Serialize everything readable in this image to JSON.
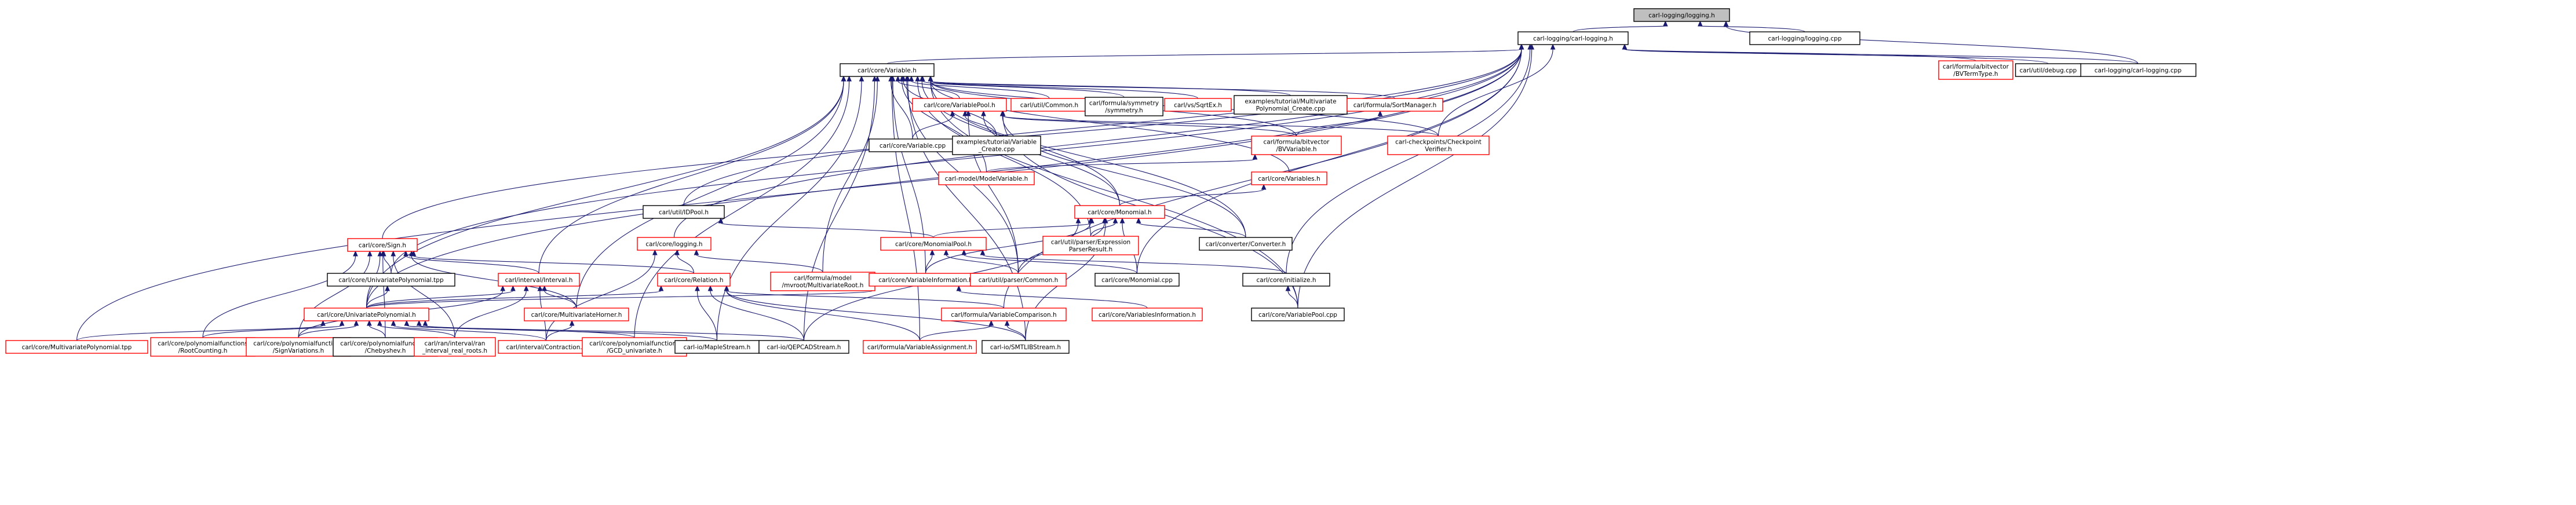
{
  "colors": {
    "edge": "#191970",
    "node_border_black": "#000000",
    "node_border_red": "#ff0000",
    "root_fill": "#bfbfbf",
    "node_fill": "#ffffff"
  },
  "nodes": [
    {
      "id": "root",
      "lines": [
        "carl-logging/logging.h"
      ],
      "style": "root"
    },
    {
      "id": "clog_h",
      "lines": [
        "carl-logging/carl-logging.h"
      ],
      "style": "black"
    },
    {
      "id": "logging_cpp",
      "lines": [
        "carl-logging/logging.cpp"
      ],
      "style": "black"
    },
    {
      "id": "clog_cpp",
      "lines": [
        "carl-logging/carl-logging.cpp"
      ],
      "style": "black"
    },
    {
      "id": "debug_cpp",
      "lines": [
        "carl/util/debug.cpp"
      ],
      "style": "black"
    },
    {
      "id": "bvterm",
      "lines": [
        "carl/formula/bitvector",
        "/BVTermType.h"
      ],
      "style": "red"
    },
    {
      "id": "variable_h",
      "lines": [
        "carl/core/Variable.h"
      ],
      "style": "black"
    },
    {
      "id": "varpool_h",
      "lines": [
        "carl/core/VariablePool.h"
      ],
      "style": "red"
    },
    {
      "id": "common_h",
      "lines": [
        "carl/util/Common.h"
      ],
      "style": "red"
    },
    {
      "id": "symmetry",
      "lines": [
        "carl/formula/symmetry",
        "/symmetry.h"
      ],
      "style": "black"
    },
    {
      "id": "sqrtex",
      "lines": [
        "carl/vs/SqrtEx.h"
      ],
      "style": "red"
    },
    {
      "id": "tut_multi",
      "lines": [
        "examples/tutorial/Multivariate",
        "Polynomial_Create.cpp"
      ],
      "style": "black"
    },
    {
      "id": "sortmgr",
      "lines": [
        "carl/formula/SortManager.h"
      ],
      "style": "red"
    },
    {
      "id": "variable_cpp",
      "lines": [
        "carl/core/Variable.cpp"
      ],
      "style": "black"
    },
    {
      "id": "tut_var",
      "lines": [
        "examples/tutorial/Variable",
        "_Create.cpp"
      ],
      "style": "black"
    },
    {
      "id": "bvvariable",
      "lines": [
        "carl/formula/bitvector",
        "/BVVariable.h"
      ],
      "style": "red"
    },
    {
      "id": "checkpoint",
      "lines": [
        "carl-checkpoints/Checkpoint",
        "Verifier.h"
      ],
      "style": "red"
    },
    {
      "id": "modelvar",
      "lines": [
        "carl-model/ModelVariable.h"
      ],
      "style": "red"
    },
    {
      "id": "variables_h",
      "lines": [
        "carl/core/Variables.h"
      ],
      "style": "red"
    },
    {
      "id": "idpool",
      "lines": [
        "carl/util/IDPool.h"
      ],
      "style": "black"
    },
    {
      "id": "monomial_h",
      "lines": [
        "carl/core/Monomial.h"
      ],
      "style": "red"
    },
    {
      "id": "sign_h",
      "lines": [
        "carl/core/Sign.h"
      ],
      "style": "red"
    },
    {
      "id": "logging_h",
      "lines": [
        "carl/core/logging.h"
      ],
      "style": "red"
    },
    {
      "id": "monopool",
      "lines": [
        "carl/core/MonomialPool.h"
      ],
      "style": "red"
    },
    {
      "id": "exprparser",
      "lines": [
        "carl/util/parser/Expression",
        "ParserResult.h"
      ],
      "style": "red"
    },
    {
      "id": "converter",
      "lines": [
        "carl/converter/Converter.h"
      ],
      "style": "black"
    },
    {
      "id": "uvpoly_tpp",
      "lines": [
        "carl/core/UnivariatePolynomial.tpp"
      ],
      "style": "black"
    },
    {
      "id": "interval_h",
      "lines": [
        "carl/interval/Interval.h"
      ],
      "style": "red"
    },
    {
      "id": "relation_h",
      "lines": [
        "carl/core/Relation.h"
      ],
      "style": "red"
    },
    {
      "id": "mvroot",
      "lines": [
        "carl/formula/model",
        "/mvroot/MultivariateRoot.h"
      ],
      "style": "red"
    },
    {
      "id": "varinfo_h",
      "lines": [
        "carl/core/VariableInformation.h"
      ],
      "style": "red"
    },
    {
      "id": "parsercommon",
      "lines": [
        "carl/util/parser/Common.h"
      ],
      "style": "red"
    },
    {
      "id": "monomial_cpp",
      "lines": [
        "carl/core/Monomial.cpp"
      ],
      "style": "black"
    },
    {
      "id": "initialize",
      "lines": [
        "carl/core/initialize.h"
      ],
      "style": "black"
    },
    {
      "id": "uvpoly_h",
      "lines": [
        "carl/core/UnivariatePolynomial.h"
      ],
      "style": "red"
    },
    {
      "id": "mvhorner",
      "lines": [
        "carl/core/MultivariateHorner.h"
      ],
      "style": "red"
    },
    {
      "id": "varcomp",
      "lines": [
        "carl/formula/VariableComparison.h"
      ],
      "style": "red"
    },
    {
      "id": "varsinfo",
      "lines": [
        "carl/core/VariablesInformation.h"
      ],
      "style": "red"
    },
    {
      "id": "varpool_cpp",
      "lines": [
        "carl/core/VariablePool.cpp"
      ],
      "style": "black"
    },
    {
      "id": "mvpoly_tpp",
      "lines": [
        "carl/core/MultivariatePolynomial.tpp"
      ],
      "style": "red"
    },
    {
      "id": "rootcounting",
      "lines": [
        "carl/core/polynomialfunctions",
        "/RootCounting.h"
      ],
      "style": "red"
    },
    {
      "id": "signvar",
      "lines": [
        "carl/core/polynomialfunctions",
        "/SignVariations.h"
      ],
      "style": "red"
    },
    {
      "id": "chebyshev",
      "lines": [
        "carl/core/polynomialfunctions",
        "/Chebyshev.h"
      ],
      "style": "black"
    },
    {
      "id": "realroots",
      "lines": [
        "carl/ran/interval/ran",
        "_interval_real_roots.h"
      ],
      "style": "red"
    },
    {
      "id": "contraction",
      "lines": [
        "carl/interval/Contraction.h"
      ],
      "style": "red"
    },
    {
      "id": "gcd_uv",
      "lines": [
        "carl/core/polynomialfunctions",
        "/GCD_univariate.h"
      ],
      "style": "red"
    },
    {
      "id": "maple",
      "lines": [
        "carl-io/MapleStream.h"
      ],
      "style": "black"
    },
    {
      "id": "qepcad",
      "lines": [
        "carl-io/QEPCADStream.h"
      ],
      "style": "black"
    },
    {
      "id": "varassign",
      "lines": [
        "carl/formula/VariableAssignment.h"
      ],
      "style": "red"
    },
    {
      "id": "smtlib",
      "lines": [
        "carl-io/SMTLIBStream.h"
      ],
      "style": "black"
    }
  ],
  "edges": [
    [
      "root",
      "clog_h"
    ],
    [
      "root",
      "logging_cpp"
    ],
    [
      "root",
      "clog_cpp"
    ],
    [
      "clog_h",
      "clog_cpp"
    ],
    [
      "clog_h",
      "debug_cpp"
    ],
    [
      "clog_h",
      "bvterm"
    ],
    [
      "clog_h",
      "variable_h"
    ],
    [
      "clog_h",
      "idpool"
    ],
    [
      "clog_h",
      "sign_h"
    ],
    [
      "clog_h",
      "logging_h"
    ],
    [
      "clog_h",
      "uvpoly_tpp"
    ],
    [
      "clog_h",
      "uvpoly_h"
    ],
    [
      "clog_h",
      "mvpoly_tpp"
    ],
    [
      "clog_h",
      "checkpoint"
    ],
    [
      "clog_h",
      "initialize"
    ],
    [
      "clog_h",
      "monomial_cpp"
    ],
    [
      "clog_h",
      "varpool_cpp"
    ],
    [
      "clog_h",
      "varcomp"
    ],
    [
      "variable_h",
      "varpool_h"
    ],
    [
      "variable_h",
      "common_h"
    ],
    [
      "variable_h",
      "symmetry"
    ],
    [
      "variable_h",
      "sqrtex"
    ],
    [
      "variable_h",
      "tut_multi"
    ],
    [
      "variable_h",
      "sortmgr"
    ],
    [
      "variable_h",
      "variable_cpp"
    ],
    [
      "variable_h",
      "tut_var"
    ],
    [
      "variable_h",
      "bvvariable"
    ],
    [
      "variable_h",
      "checkpoint"
    ],
    [
      "variable_h",
      "modelvar"
    ],
    [
      "variable_h",
      "variables_h"
    ],
    [
      "variable_h",
      "monomial_h"
    ],
    [
      "variable_h",
      "converter"
    ],
    [
      "variable_h",
      "exprparser"
    ],
    [
      "variable_h",
      "parsercommon"
    ],
    [
      "variable_h",
      "varinfo_h"
    ],
    [
      "variable_h",
      "mvroot"
    ],
    [
      "variable_h",
      "interval_h"
    ],
    [
      "variable_h",
      "uvpoly_h"
    ],
    [
      "variable_h",
      "mvhorner"
    ],
    [
      "variable_h",
      "maple"
    ],
    [
      "variable_h",
      "qepcad"
    ],
    [
      "variable_h",
      "varassign"
    ],
    [
      "variable_h",
      "smtlib"
    ],
    [
      "variable_h",
      "gcd_uv"
    ],
    [
      "variable_h",
      "varpool_cpp"
    ],
    [
      "varpool_h",
      "variable_cpp"
    ],
    [
      "varpool_h",
      "tut_var"
    ],
    [
      "varpool_h",
      "bvvariable"
    ],
    [
      "varpool_h",
      "checkpoint"
    ],
    [
      "varpool_h",
      "monomial_h"
    ],
    [
      "varpool_h",
      "converter"
    ],
    [
      "varpool_h",
      "parsercommon"
    ],
    [
      "varpool_h",
      "varpool_cpp"
    ],
    [
      "sortmgr",
      "bvvariable"
    ],
    [
      "bvvariable",
      "modelvar"
    ],
    [
      "variables_h",
      "monomial_h"
    ],
    [
      "idpool",
      "monopool"
    ],
    [
      "monomial_h",
      "monopool"
    ],
    [
      "monomial_h",
      "exprparser"
    ],
    [
      "monomial_h",
      "converter"
    ],
    [
      "monomial_h",
      "monomial_cpp"
    ],
    [
      "monomial_h",
      "varinfo_h"
    ],
    [
      "monomial_h",
      "parsercommon"
    ],
    [
      "monomial_h",
      "qepcad"
    ],
    [
      "monomial_h",
      "smtlib"
    ],
    [
      "monopool",
      "varinfo_h"
    ],
    [
      "monopool",
      "parsercommon"
    ],
    [
      "monopool",
      "monomial_cpp"
    ],
    [
      "monopool",
      "initialize"
    ],
    [
      "sign_h",
      "uvpoly_tpp"
    ],
    [
      "sign_h",
      "interval_h"
    ],
    [
      "sign_h",
      "relation_h"
    ],
    [
      "sign_h",
      "uvpoly_h"
    ],
    [
      "sign_h",
      "rootcounting"
    ],
    [
      "sign_h",
      "signvar"
    ],
    [
      "sign_h",
      "chebyshev"
    ],
    [
      "sign_h",
      "realroots"
    ],
    [
      "sign_h",
      "mvhorner"
    ],
    [
      "logging_h",
      "relation_h"
    ],
    [
      "logging_h",
      "mvroot"
    ],
    [
      "logging_h",
      "contraction"
    ],
    [
      "uvpoly_tpp",
      "uvpoly_h"
    ],
    [
      "interval_h",
      "uvpoly_h"
    ],
    [
      "interval_h",
      "mvhorner"
    ],
    [
      "interval_h",
      "contraction"
    ],
    [
      "interval_h",
      "realroots"
    ],
    [
      "interval_h",
      "signvar"
    ],
    [
      "relation_h",
      "varcomp"
    ],
    [
      "relation_h",
      "maple"
    ],
    [
      "relation_h",
      "qepcad"
    ],
    [
      "relation_h",
      "varassign"
    ],
    [
      "relation_h",
      "smtlib"
    ],
    [
      "relation_h",
      "uvpoly_h"
    ],
    [
      "varinfo_h",
      "varsinfo"
    ],
    [
      "varinfo_h",
      "uvpoly_h"
    ],
    [
      "initialize",
      "varpool_cpp"
    ],
    [
      "uvpoly_h",
      "mvpoly_tpp"
    ],
    [
      "uvpoly_h",
      "rootcounting"
    ],
    [
      "uvpoly_h",
      "signvar"
    ],
    [
      "uvpoly_h",
      "chebyshev"
    ],
    [
      "uvpoly_h",
      "realroots"
    ],
    [
      "uvpoly_h",
      "contraction"
    ],
    [
      "uvpoly_h",
      "gcd_uv"
    ],
    [
      "uvpoly_h",
      "maple"
    ],
    [
      "uvpoly_h",
      "qepcad"
    ],
    [
      "mvhorner",
      "contraction"
    ],
    [
      "varcomp",
      "varassign"
    ],
    [
      "varcomp",
      "smtlib"
    ]
  ]
}
